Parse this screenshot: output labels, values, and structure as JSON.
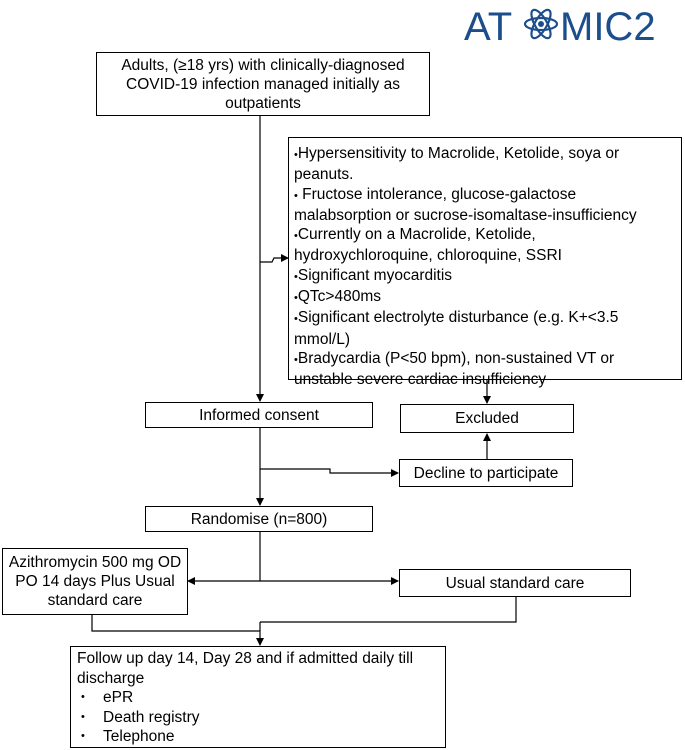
{
  "logo": {
    "text_prefix": "AT",
    "text_suffix": "MIC2",
    "color": "#1c4e8c"
  },
  "eligibility": {
    "text": "Adults, (≥18  yrs) with clinically-diagnosed COVID-19 infection managed initially as outpatients"
  },
  "exclusion_criteria": {
    "bullet": "•",
    "items": [
      "Hypersensitivity to Macrolide, Ketolide, soya or peanuts.",
      " Fructose intolerance, glucose-galactose malabsorption or sucrose-isomaltase-insufficiency",
      "Currently on a Macrolide, Ketolide, hydroxychloroquine, chloroquine, SSRI",
      "Significant myocarditis",
      "QTc>480ms",
      "Significant electrolyte disturbance (e.g. K+<3.5 mmol/L)",
      "Bradycardia (P<50 bpm), non-sustained VT or unstable severe cardiac insufficiency"
    ]
  },
  "informed_consent": {
    "label": "Informed consent"
  },
  "excluded": {
    "label": "Excluded"
  },
  "decline": {
    "label": "Decline to participate"
  },
  "randomise": {
    "label": "Randomise (n=800)"
  },
  "azithromycin_arm": {
    "label": "Azithromycin 500 mg OD PO 14 days Plus Usual standard care"
  },
  "standard_care_arm": {
    "label": "Usual standard care"
  },
  "follow_up": {
    "title": "Follow up day 14, Day 28 and if admitted daily till discharge",
    "bullet": "•",
    "items": [
      "ePR",
      "Death registry",
      "Telephone"
    ]
  }
}
